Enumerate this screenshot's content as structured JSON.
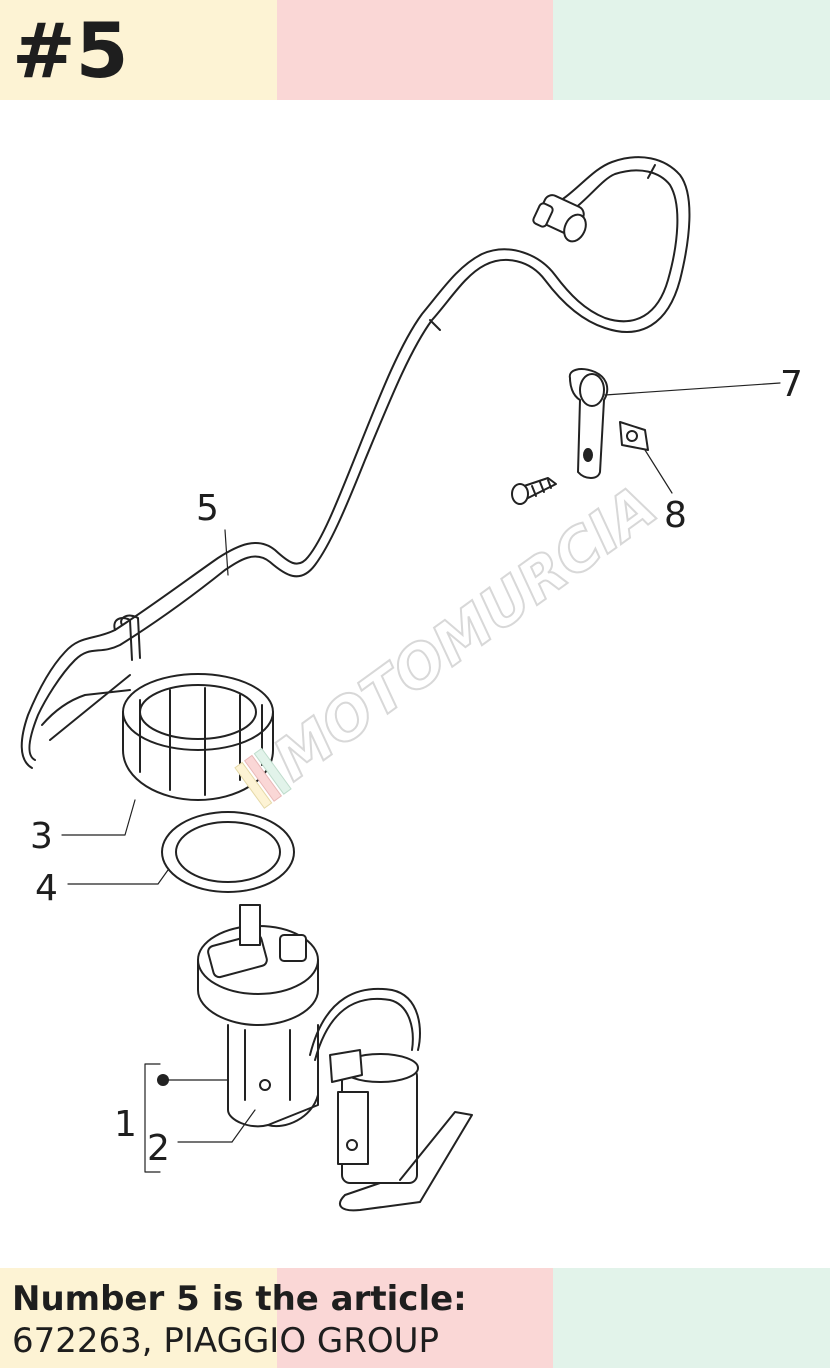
{
  "header": {
    "title": "#5",
    "colors": [
      "#fdf3d4",
      "#fad7d6",
      "#e2f3ea"
    ]
  },
  "diagram": {
    "callouts": [
      "1",
      "2",
      "3",
      "4",
      "5",
      "7",
      "8"
    ],
    "watermark": "MOTOMURCIA"
  },
  "footer": {
    "line1": "Number 5 is the article:",
    "line2": "672263, PIAGGIO GROUP",
    "colors": [
      "#fdf3d4",
      "#fad7d6",
      "#e2f3ea"
    ]
  }
}
